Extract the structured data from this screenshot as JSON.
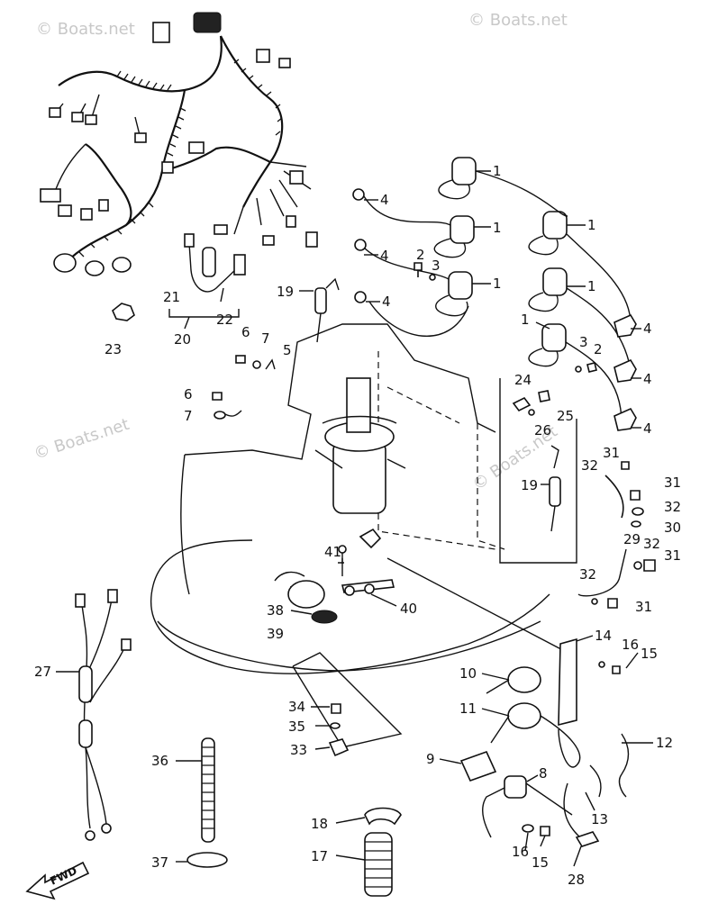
{
  "watermarks": [
    "© Boats.net",
    "© Boats.net",
    "© Boats.net",
    "© Boats.net"
  ],
  "fwd_label": "FWD",
  "callouts": {
    "c1a": "1",
    "c1b": "1",
    "c1c": "1",
    "c1d": "1",
    "c1e": "1",
    "c1f": "1",
    "c2a": "2",
    "c2b": "2",
    "c3a": "3",
    "c3b": "3",
    "c4a": "4",
    "c4b": "4",
    "c4c": "4",
    "c4d": "4",
    "c4e": "4",
    "c4f": "4",
    "c5": "5",
    "c6a": "6",
    "c6b": "6",
    "c7a": "7",
    "c7b": "7",
    "c8": "8",
    "c9": "9",
    "c10": "10",
    "c11": "11",
    "c12": "12",
    "c13": "13",
    "c14": "14",
    "c15a": "15",
    "c15b": "15",
    "c16a": "16",
    "c16b": "16",
    "c17": "17",
    "c18": "18",
    "c19a": "19",
    "c19b": "19",
    "c20": "20",
    "c21": "21",
    "c22": "22",
    "c23": "23",
    "c24": "24",
    "c25": "25",
    "c26": "26",
    "c27": "27",
    "c28": "28",
    "c29": "29",
    "c30": "30",
    "c31a": "31",
    "c31b": "31",
    "c31c": "31",
    "c31d": "31",
    "c32a": "32",
    "c32b": "32",
    "c32c": "32",
    "c32d": "32",
    "c33": "33",
    "c34": "34",
    "c35": "35",
    "c36": "36",
    "c37": "37",
    "c38": "38",
    "c39": "39",
    "c40": "40",
    "c41": "41"
  }
}
